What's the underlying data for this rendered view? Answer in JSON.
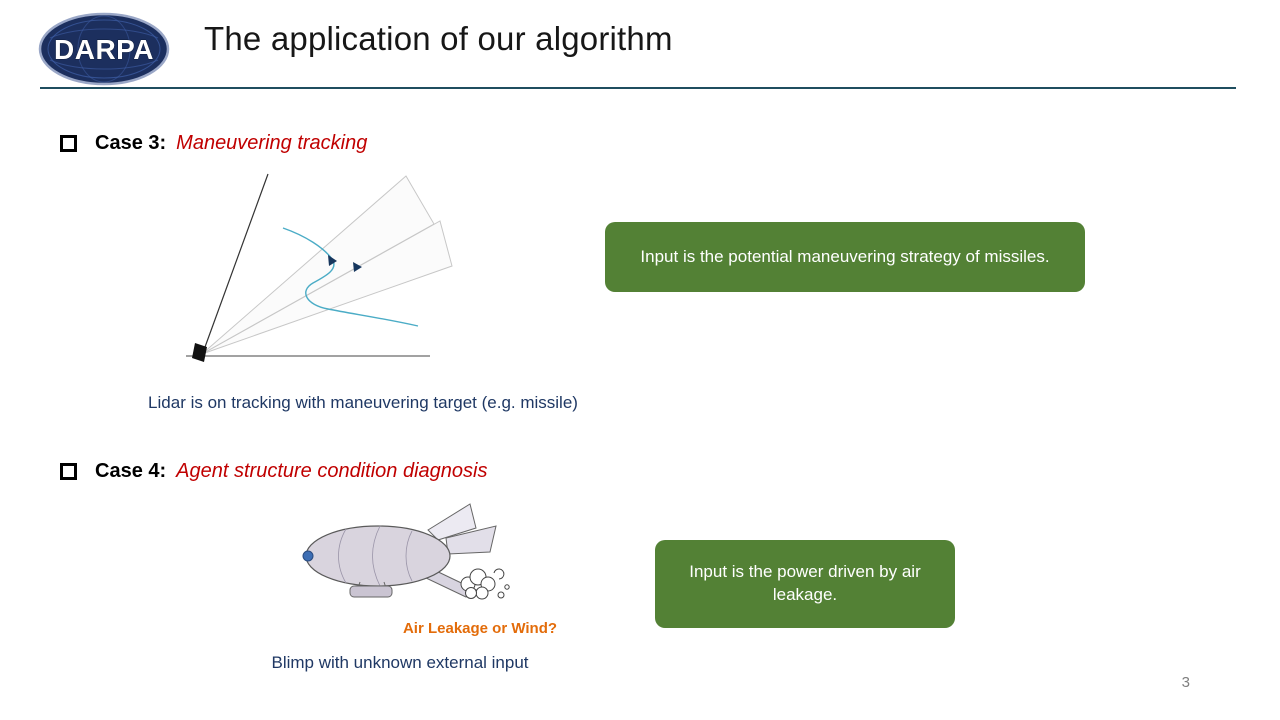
{
  "slide": {
    "logo_text": "DARPA",
    "title": "The application of our algorithm",
    "page_number": "3",
    "colors": {
      "accent_green": "#538135",
      "case_red": "#C00000",
      "caption_navy": "#1F3864",
      "annotation_orange": "#E36C0A",
      "divider_teal": "#1F4E5F",
      "page_number_gray": "#7F7F7F"
    }
  },
  "case3": {
    "label": "Case 3:",
    "topic": "Maneuvering tracking",
    "diagram_icon": "lidar-tracking-diagram",
    "caption": "Lidar is on tracking with maneuvering target (e.g. missile)",
    "callout": "Input is the potential maneuvering strategy of missiles."
  },
  "case4": {
    "label": "Case 4:",
    "topic": "Agent structure condition diagnosis",
    "illustration_icon": "blimp-clipart",
    "annotation": "Air Leakage or Wind?",
    "caption": "Blimp with unknown external input",
    "callout": "Input is the power driven by air leakage."
  }
}
